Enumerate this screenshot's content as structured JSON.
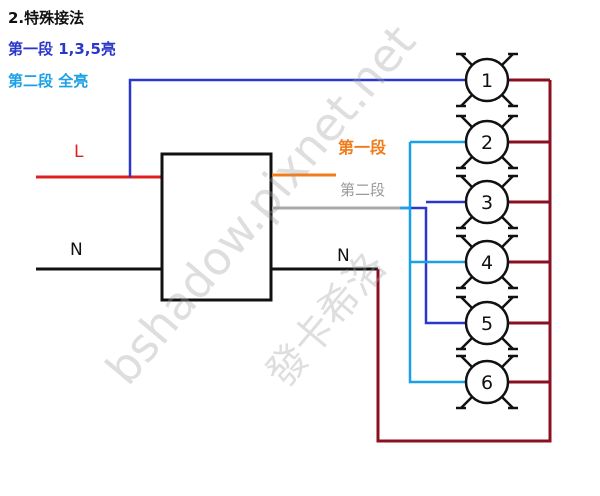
{
  "title": "2.特殊接法",
  "legend": {
    "stage1": "第一段 1,3,5亮",
    "stage2": "第二段 全亮"
  },
  "labels": {
    "live": "L",
    "neutral_in": "N",
    "neutral_out": "N",
    "output1": "第一段",
    "output2": "第二段"
  },
  "lamps": [
    "1",
    "2",
    "3",
    "4",
    "5",
    "6"
  ],
  "watermark": {
    "line1": "bshadow.pixnet.net",
    "line2": "發卡希洛"
  },
  "colors": {
    "live": "#e02020",
    "stage1": "#2b37c9",
    "stage2": "#1aa0e6",
    "output1": "#f07c1a",
    "output2": "#a8a8a8",
    "neutral": "#111111",
    "return": "#8a1020"
  }
}
